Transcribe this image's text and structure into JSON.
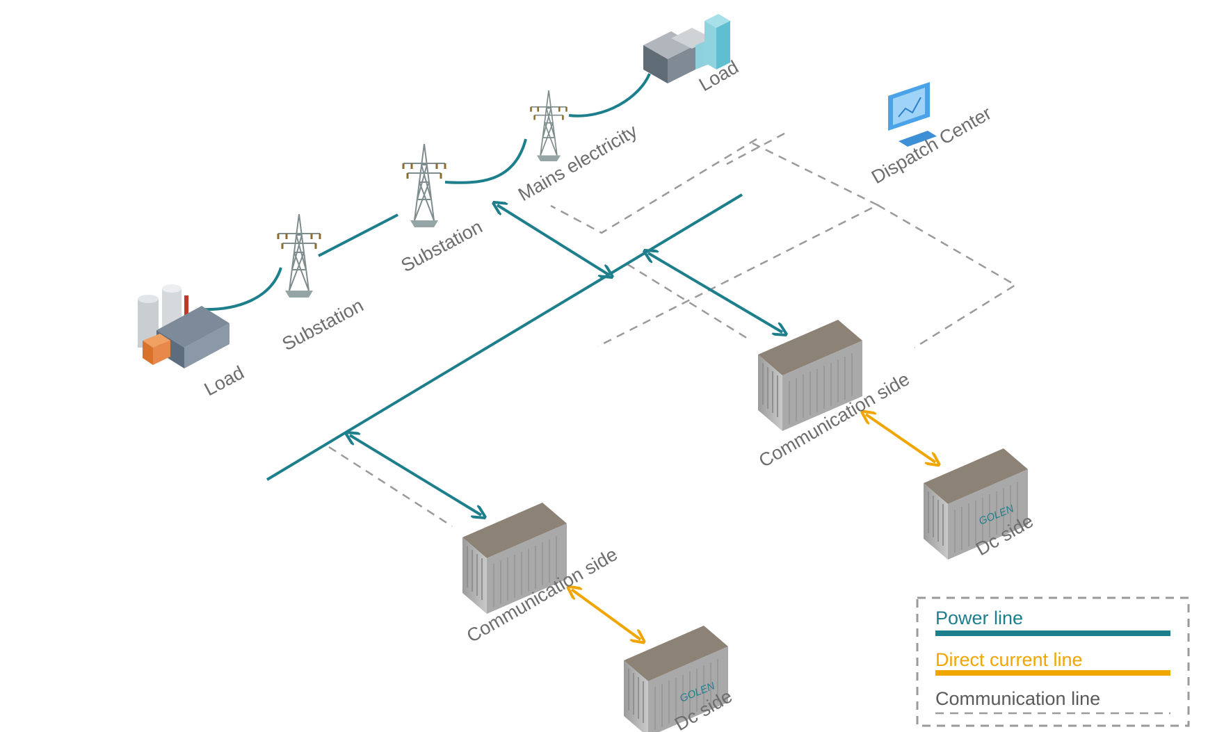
{
  "labels": {
    "load_factory": "Load",
    "substation_1": "Substation",
    "substation_2": "Substation",
    "mains": "Mains electricity",
    "load_office": "Load",
    "dispatch": "Dispatch Center",
    "comm_side_1": "Communication side",
    "comm_side_2": "Communication side",
    "dc_side_1": "Dc side",
    "dc_side_2": "Dc side"
  },
  "brand": "GOLEN",
  "legend": {
    "power_line": "Power line",
    "dc_line": "Direct current line",
    "comm_line": "Communication line"
  },
  "colors": {
    "power": "#1e7f8c",
    "dc": "#f0a500",
    "comm": "#9a9a9a",
    "label": "#6d6d6d",
    "container_top": "#8c8275",
    "container_side": "#b8b8b8"
  },
  "icons": [
    "factory-icon",
    "tower-icon",
    "office-building-icon",
    "computer-icon",
    "container-icon"
  ]
}
